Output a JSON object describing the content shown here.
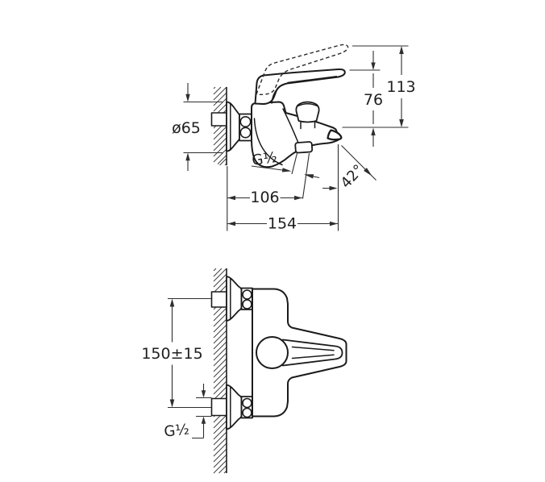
{
  "drawing": {
    "background_color": "#ffffff",
    "line_color": "#1b1b1b",
    "dimension_color": "#2e2e2e",
    "side_view": {
      "labels": {
        "escutcheon_diameter": "ø65",
        "overall_height": "113",
        "spout_to_handle_height": "76",
        "outlet_thread": "G½",
        "spout_angle": "42°",
        "wall_to_outlet_depth": "106",
        "overall_depth": "154"
      }
    },
    "plan_view": {
      "labels": {
        "connection_centers_distance": "150±15",
        "inlet_thread": "G½"
      }
    }
  }
}
